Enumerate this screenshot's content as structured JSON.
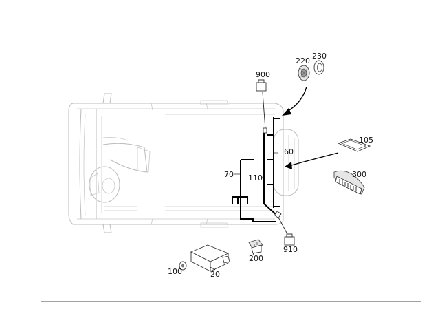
{
  "labels": {
    "p900": "900",
    "p220": "220",
    "p230": "230",
    "p105": "105",
    "p60": "60",
    "p70": "70",
    "p110": "110",
    "p300": "300",
    "p910": "910",
    "p200": "200",
    "p100": "100",
    "p20": "20"
  },
  "colors": {
    "harness": "#000000",
    "outline": "#bbbbbb",
    "rule": "#444444"
  }
}
